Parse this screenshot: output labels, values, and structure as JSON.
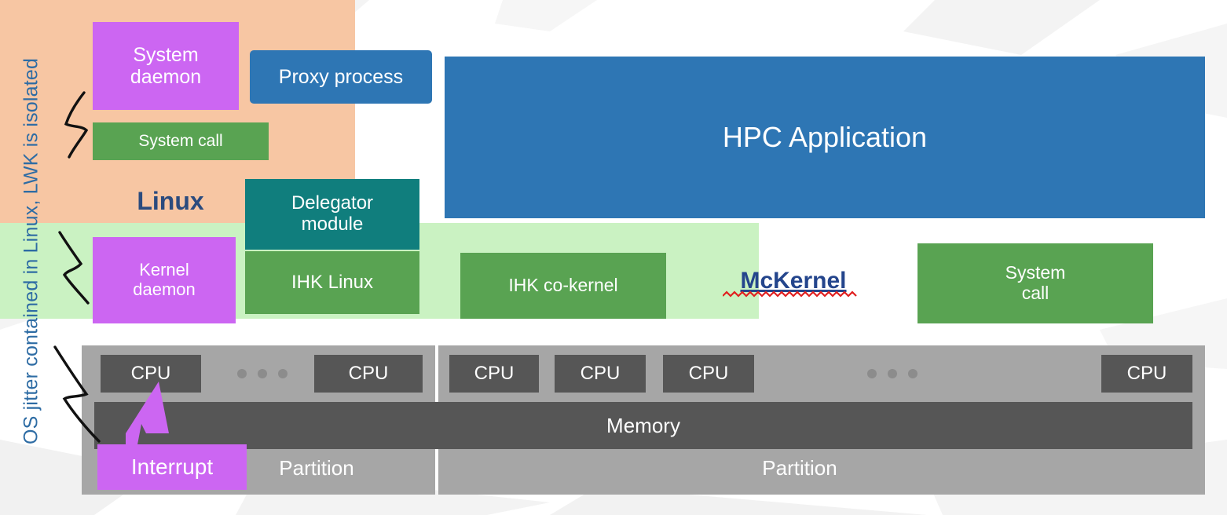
{
  "caption": {
    "text": "OS jitter contained in Linux, LWK is isolated",
    "color": "#2E6CA4"
  },
  "linux_side": {
    "system_daemon": "System\ndaemon",
    "proxy_process": "Proxy process",
    "linux_label": "Linux",
    "system_call": "System call",
    "kernel_daemon": "Kernel\ndaemon",
    "delegator_module": "Delegator\nmodule",
    "ihk_linux": "IHK Linux"
  },
  "lwk_side": {
    "hpc_application": "HPC Application",
    "ihk_cokernel": "IHK co-kernel",
    "mckernel": "McKernel",
    "system_call": "System\ncall"
  },
  "hardware": {
    "partition_left": {
      "label": "Partition",
      "cpus": [
        "CPU",
        "CPU"
      ],
      "ellipsis": "..."
    },
    "partition_right": {
      "label": "Partition",
      "cpus": [
        "CPU",
        "CPU",
        "CPU",
        "CPU"
      ],
      "ellipsis": "..."
    },
    "memory": "Memory",
    "interrupt": "Interrupt"
  },
  "colors": {
    "daemon_purple": "#CC66F2",
    "proxy_blue": "#2E76B4",
    "linux_peach": "#F7C6A3",
    "green": "#59A352",
    "teal": "#107E7D",
    "light_green": "#CAF2C2",
    "hardware_grey": "#A6A6A6",
    "cpu_dark": "#565656",
    "mckernel_blue": "#24458C",
    "squiggle_red": "#E02020"
  }
}
